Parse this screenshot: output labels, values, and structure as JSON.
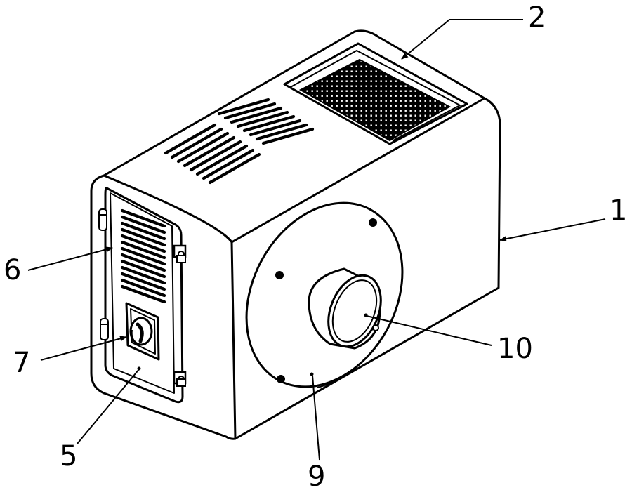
{
  "callouts": {
    "c1": "1",
    "c2": "2",
    "c5": "5",
    "c6": "6",
    "c7": "7",
    "c9": "9",
    "c10": "10"
  },
  "colors": {
    "line": "#000000",
    "background": "#ffffff"
  }
}
